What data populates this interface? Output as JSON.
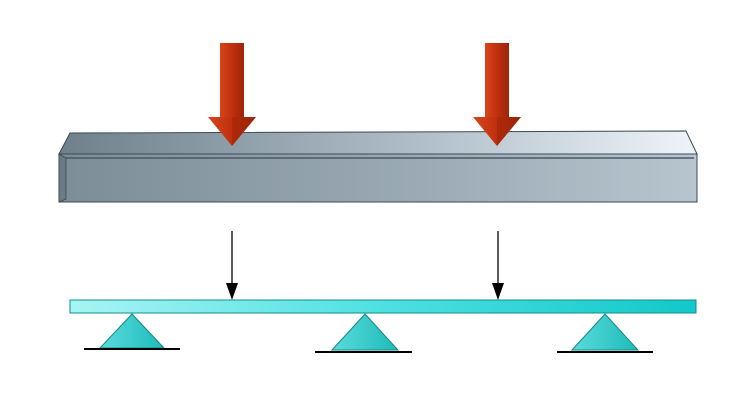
{
  "diagram": {
    "description": "",
    "top_beam": {
      "load_count": 2,
      "colors": {
        "face_light": "#cdd9e2",
        "face_dark": "#7f8e99",
        "top_light": "#e8f0f5",
        "top_dark": "#6e7f8b",
        "arrow_fill": "#c3330f",
        "arrow_dark": "#8e2108"
      }
    },
    "model": {
      "support_count": 3,
      "load_count": 2,
      "colors": {
        "beam_fill": "#1cd1d1",
        "beam_light": "#8ff0ef",
        "support_fill": "#2cc7c7",
        "support_stroke": "#118888",
        "ground_line": "#000000",
        "load_arrow": "#000000"
      }
    }
  }
}
